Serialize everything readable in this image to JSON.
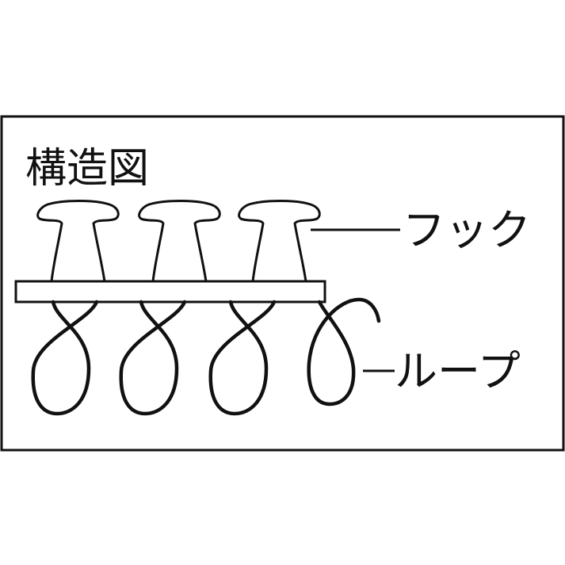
{
  "diagram": {
    "title": "構造図",
    "labels": {
      "hook": "フック",
      "loop": "ループ"
    },
    "hook_count": 3,
    "loop_count": 4,
    "colors": {
      "ink": "#111111",
      "background": "#ffffff"
    }
  }
}
